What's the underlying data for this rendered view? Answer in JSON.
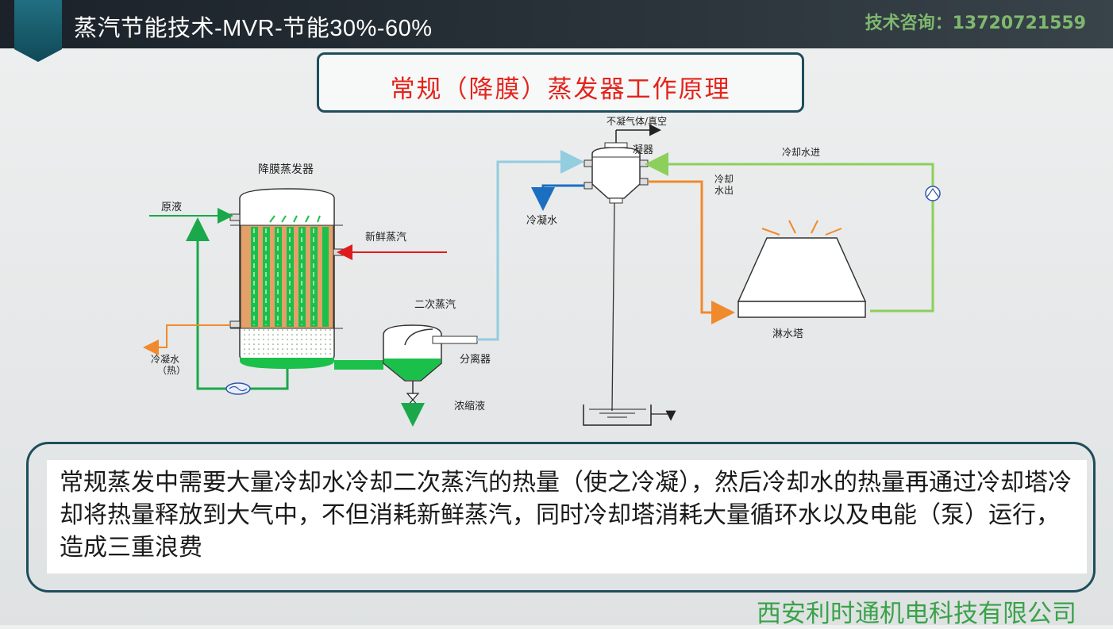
{
  "header": {
    "title": "蒸汽节能技术-MVR-节能30%-60%",
    "contact": "技术咨询：13720721559"
  },
  "subtitle": "常规（降膜）蒸发器工作原理",
  "diagram": {
    "labels": {
      "evaporator": "降膜蒸发器",
      "raw_liquid": "原液",
      "fresh_steam": "新鲜蒸汽",
      "condensate_hot_1": "冷凝水",
      "condensate_hot_2": "（热）",
      "secondary_steam": "二次蒸汽",
      "separator": "分离器",
      "concentrate": "浓缩液",
      "non_condensable": "不凝气体/真空",
      "condenser": "凝器",
      "cooling_water_in": "冷却水进",
      "cooling_water_out_1": "冷却",
      "cooling_water_out_2": "水出",
      "condensate_water": "冷凝水",
      "cooling_tower": "淋水塔"
    },
    "colors": {
      "green_line": "#1aa84b",
      "orange_line": "#f08a2c",
      "red_line": "#e01b1b",
      "light_blue_line": "#92cde0",
      "blue_line": "#1c6fc0",
      "light_green_line": "#8ccf5a",
      "column_orange": "#e3a068",
      "liquid_green": "#1bc04a"
    }
  },
  "description": "常规蒸发中需要大量冷却水冷却二次蒸汽的热量（使之冷凝），然后冷却水的热量再通过冷却塔冷却将热量释放到大气中，不但消耗新鲜蒸汽，同时冷却塔消耗大量循环水以及电能（泵）运行，造成三重浪费",
  "company": "西安利时通机电科技有限公司"
}
